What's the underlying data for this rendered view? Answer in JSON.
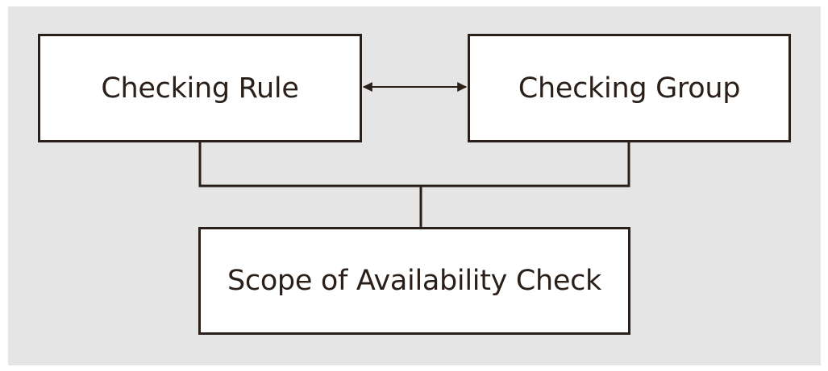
{
  "diagram": {
    "nodes": {
      "checking_rule": "Checking Rule",
      "checking_group": "Checking Group",
      "scope": "Scope of Availability Check"
    },
    "edges": [
      {
        "from": "checking_rule",
        "to": "checking_group",
        "type": "bidirectional-arrow"
      },
      {
        "from": "checking_rule",
        "to": "scope",
        "type": "join-line"
      },
      {
        "from": "checking_group",
        "to": "scope",
        "type": "join-line"
      }
    ],
    "colors": {
      "background": "#e5e5e5",
      "box_fill": "#ffffff",
      "stroke": "#2b2019",
      "text": "#2b2019"
    }
  }
}
